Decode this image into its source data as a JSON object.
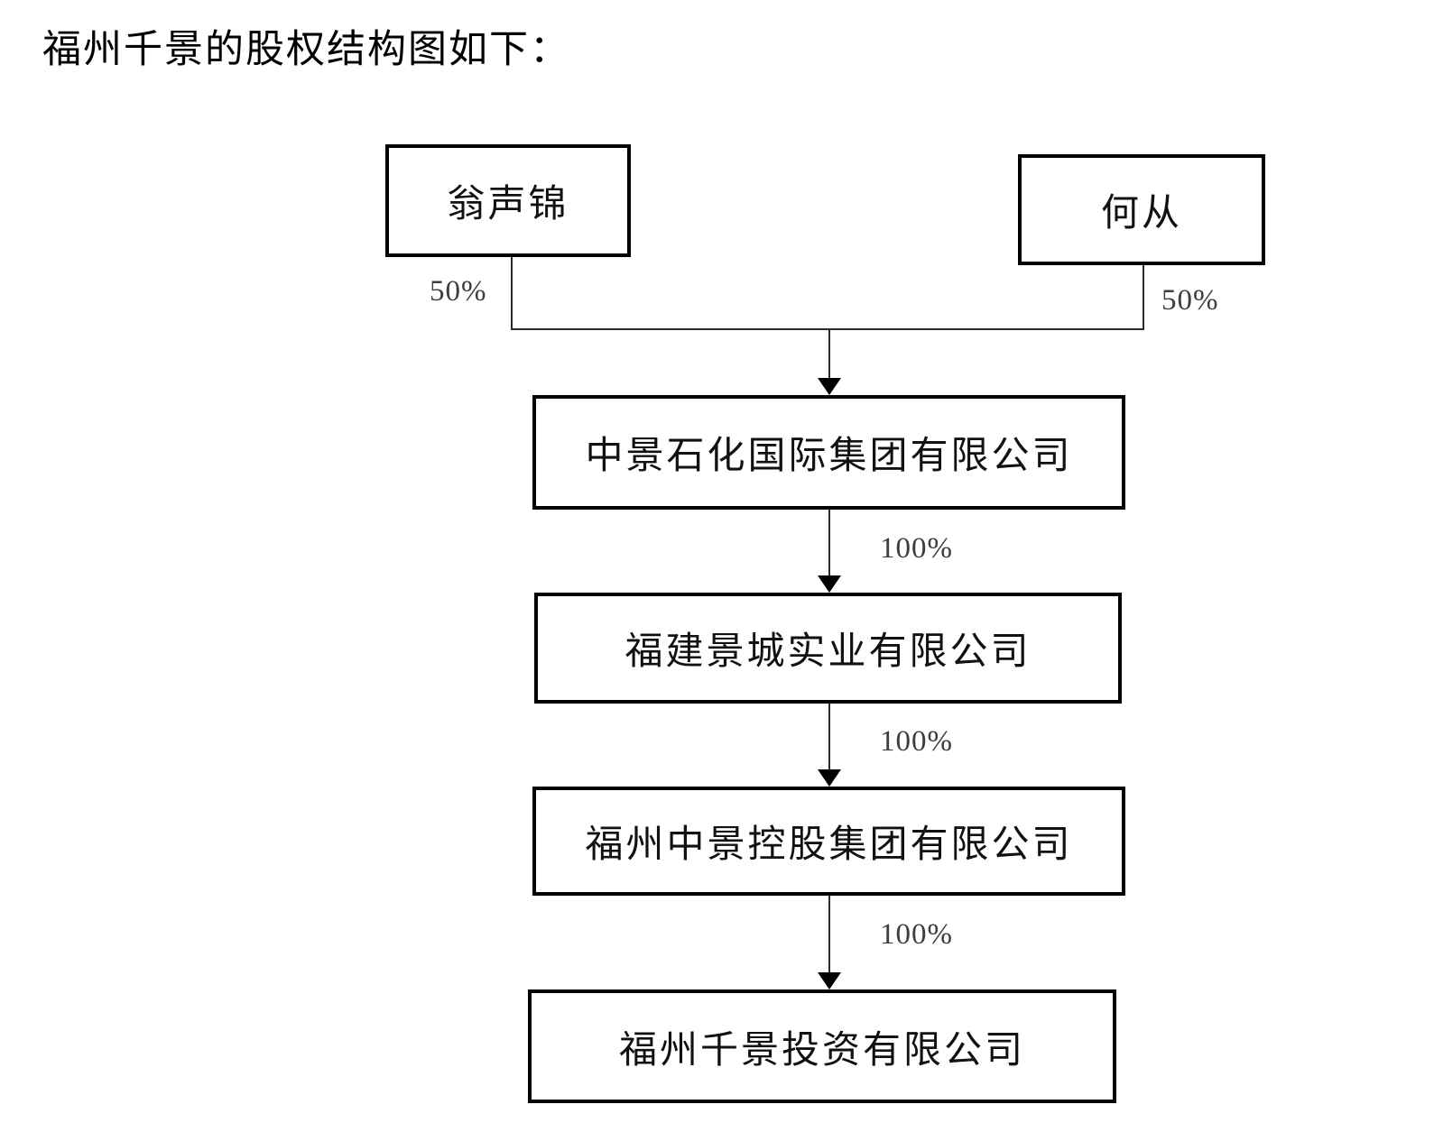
{
  "title": "福州千景的股权结构图如下：",
  "diagram": {
    "nodes": [
      {
        "id": "weng-shengjin",
        "label": "翁声锦"
      },
      {
        "id": "he-cong",
        "label": "何从"
      },
      {
        "id": "zhongjing-shihua",
        "label": "中景石化国际集团有限公司"
      },
      {
        "id": "fujian-jingcheng",
        "label": "福建景城实业有限公司"
      },
      {
        "id": "fuzhou-zhongjing-konggu",
        "label": "福州中景控股集团有限公司"
      },
      {
        "id": "fuzhou-qianjing",
        "label": "福州千景投资有限公司"
      }
    ],
    "edges": [
      {
        "from": "翁声锦",
        "to": "中景石化国际集团有限公司",
        "label": "50%"
      },
      {
        "from": "何从",
        "to": "中景石化国际集团有限公司",
        "label": "50%"
      },
      {
        "from": "中景石化国际集团有限公司",
        "to": "福建景城实业有限公司",
        "label": "100%"
      },
      {
        "from": "福建景城实业有限公司",
        "to": "福州中景控股集团有限公司",
        "label": "100%"
      },
      {
        "from": "福州中景控股集团有限公司",
        "to": "福州千景投资有限公司",
        "label": "100%"
      }
    ]
  },
  "colors": {
    "background": "#ffffff",
    "box_border": "#000000",
    "box_text": "#111111",
    "connector_line": "#2b2b2b",
    "percent_label": "#3d3d3d"
  }
}
